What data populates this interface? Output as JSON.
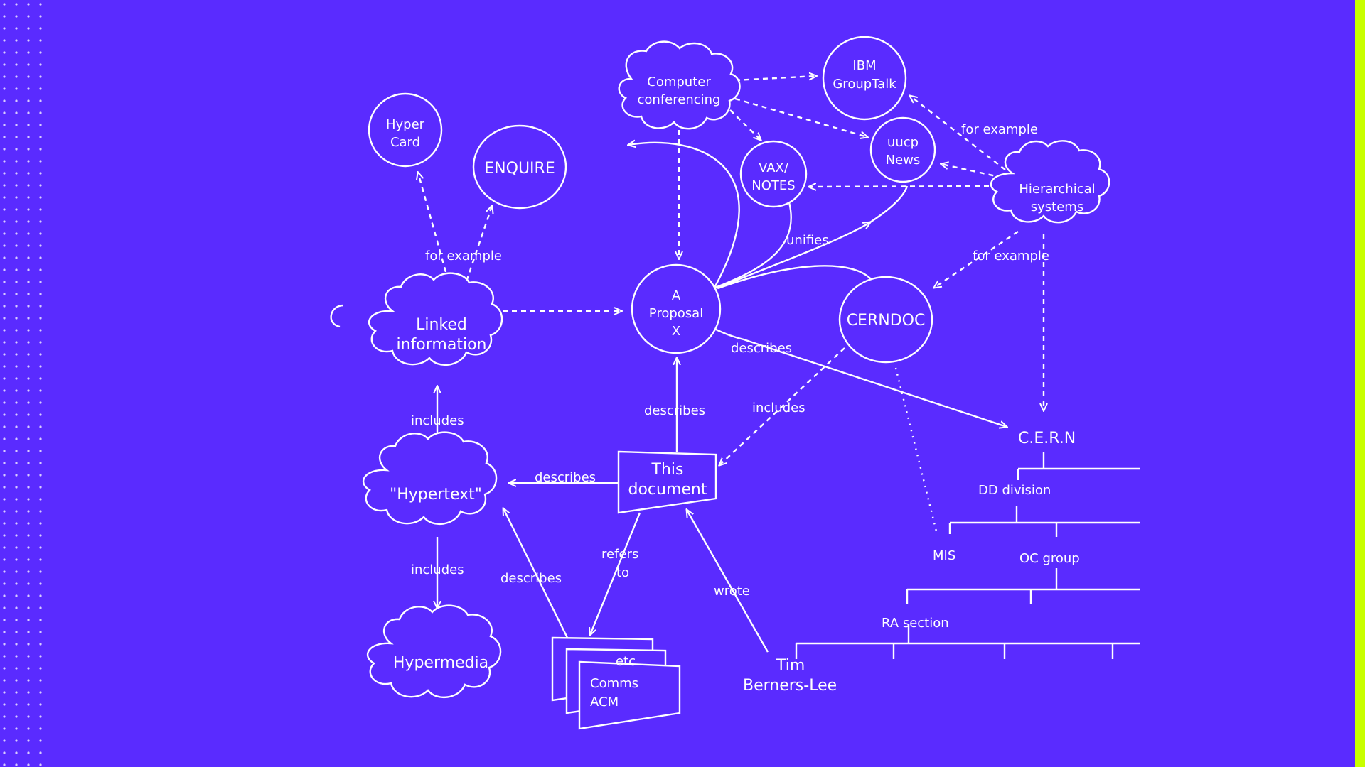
{
  "colors": {
    "background": "#5a2bff",
    "ink": "#ffffff",
    "edge_accent": "#c8ff00"
  },
  "nodes": {
    "hypercard": [
      "Hyper",
      "Card"
    ],
    "enquire": "ENQUIRE",
    "computer_conferencing": [
      "Computer",
      "conferencing"
    ],
    "ibm_grouptalk": [
      "IBM",
      "GroupTalk"
    ],
    "uucp_news": [
      "uucp",
      "News"
    ],
    "vax_notes": [
      "VAX/",
      "NOTES"
    ],
    "hierarchical_systems": [
      "Hierarchical",
      "systems"
    ],
    "linked_information": [
      "Linked",
      "information"
    ],
    "a_proposal_x": [
      "A",
      "Proposal",
      "X"
    ],
    "cerndoc": "CERNDOC",
    "hypertext": "\"Hypertext\"",
    "this_document": [
      "This",
      "document"
    ],
    "hypermedia": "Hypermedia",
    "docs_stack": {
      "back": "etc",
      "front": [
        "Comms",
        "ACM"
      ]
    },
    "tim": [
      "Tim",
      "Berners-Lee"
    ]
  },
  "org": {
    "cern": "C.E.R.N",
    "dd_division": "DD division",
    "mis": "MIS",
    "oc_group": "OC group",
    "ra_section": "RA section"
  },
  "edge_labels": {
    "for_example_left": "for example",
    "for_example_top_right": "for example",
    "for_example_right": "for example",
    "unifies": "unifies",
    "describes_proposal": "describes",
    "describes_cern": "describes",
    "includes_cerndoc": "includes",
    "includes_linked": "includes",
    "describes_hypertext": "describes",
    "includes_hypermedia": "includes",
    "refers_to": [
      "refers",
      "to"
    ],
    "describes_docs": "describes",
    "wrote": "wrote"
  }
}
